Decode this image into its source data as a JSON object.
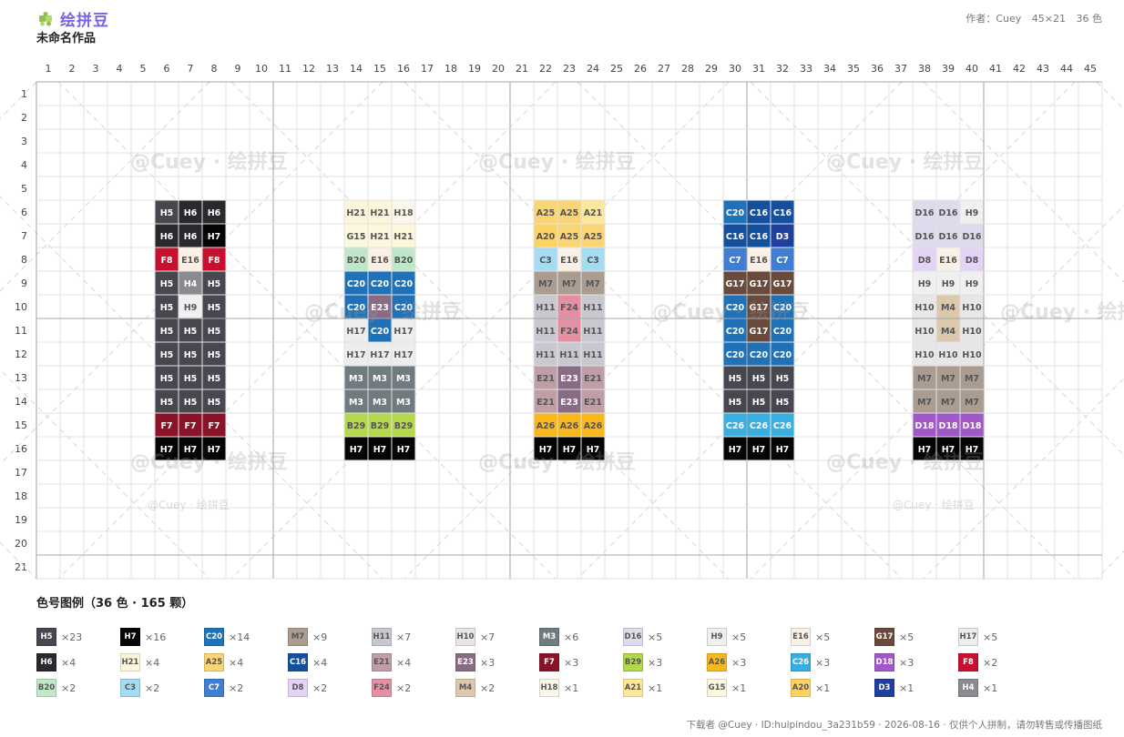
{
  "app": {
    "name": "绘拼豆",
    "logo_icon": "puzzle-icon"
  },
  "work": {
    "title": "未命名作品"
  },
  "meta": {
    "author_label": "作者：Cuey",
    "size_label": "45×21",
    "colors_label": "36 色"
  },
  "grid": {
    "cols": 45,
    "rows": 21
  },
  "palette": {
    "H5": "#474750",
    "H6": "#2a2a2e",
    "H7": "#050505",
    "H4": "#8a8a90",
    "H9": "#f0f0f0",
    "H10": "#e9e6e9",
    "H11": "#c9c8d0",
    "H17": "#ededed",
    "H18": "#fbf7ea",
    "H21": "#fcf6da",
    "F8": "#c8102e",
    "F7": "#8b1329",
    "F24": "#e58fa3",
    "E16": "#fbf0e6",
    "E21": "#bf9ea6",
    "E23": "#8a6b86",
    "G15": "#fbf8e0",
    "G17": "#6b4a3e",
    "B20": "#bfe8c8",
    "B29": "#b4d84c",
    "C20": "#1f71b8",
    "C16": "#1450a0",
    "C7": "#3f7ed3",
    "C3": "#a5dcf4",
    "C26": "#39aee0",
    "D3": "#2040a0",
    "D16": "#dedbec",
    "D8": "#e3d4f7",
    "D18": "#a058c8",
    "M3": "#6f7b7e",
    "M7": "#aa9c90",
    "M4": "#dcc9ad",
    "A25": "#fbd473",
    "A21": "#fde79b",
    "A20": "#fcd262",
    "A26": "#f9b71e"
  },
  "dark_codes": [
    "H5",
    "H6",
    "H7",
    "H4",
    "F8",
    "F7",
    "C20",
    "C16",
    "C7",
    "C26",
    "D3",
    "D18",
    "G17",
    "M3",
    "E23"
  ],
  "figures": [
    {
      "col": 6,
      "row": 6,
      "rows": [
        [
          "H5",
          "H6",
          "H6"
        ],
        [
          "H6",
          "H6",
          "H7"
        ],
        [
          "F8",
          "E16",
          "F8"
        ],
        [
          "H5",
          "H4",
          "H5"
        ],
        [
          "H5",
          "H9",
          "H5"
        ],
        [
          "H5",
          "H5",
          "H5"
        ],
        [
          "H5",
          "H5",
          "H5"
        ],
        [
          "H5",
          "H5",
          "H5"
        ],
        [
          "H5",
          "H5",
          "H5"
        ],
        [
          "F7",
          "F7",
          "F7"
        ],
        [
          "H7",
          "H7",
          "H7"
        ]
      ]
    },
    {
      "col": 14,
      "row": 6,
      "rows": [
        [
          "H21",
          "H21",
          "H18"
        ],
        [
          "G15",
          "H21",
          "H21"
        ],
        [
          "B20",
          "E16",
          "B20"
        ],
        [
          "C20",
          "C20",
          "C20"
        ],
        [
          "C20",
          "E23",
          "C20"
        ],
        [
          "H17",
          "C20",
          "H17"
        ],
        [
          "H17",
          "H17",
          "H17"
        ],
        [
          "M3",
          "M3",
          "M3"
        ],
        [
          "M3",
          "M3",
          "M3"
        ],
        [
          "B29",
          "B29",
          "B29"
        ],
        [
          "H7",
          "H7",
          "H7"
        ]
      ]
    },
    {
      "col": 22,
      "row": 6,
      "rows": [
        [
          "A25",
          "A25",
          "A21"
        ],
        [
          "A20",
          "A25",
          "A25"
        ],
        [
          "C3",
          "E16",
          "C3"
        ],
        [
          "M7",
          "M7",
          "M7"
        ],
        [
          "H11",
          "F24",
          "H11"
        ],
        [
          "H11",
          "F24",
          "H11"
        ],
        [
          "H11",
          "H11",
          "H11"
        ],
        [
          "E21",
          "E23",
          "E21"
        ],
        [
          "E21",
          "E23",
          "E21"
        ],
        [
          "A26",
          "A26",
          "A26"
        ],
        [
          "H7",
          "H7",
          "H7"
        ]
      ]
    },
    {
      "col": 30,
      "row": 6,
      "rows": [
        [
          "C20",
          "C16",
          "C16"
        ],
        [
          "C16",
          "C16",
          "D3"
        ],
        [
          "C7",
          "E16",
          "C7"
        ],
        [
          "G17",
          "G17",
          "G17"
        ],
        [
          "C20",
          "G17",
          "C20"
        ],
        [
          "C20",
          "G17",
          "C20"
        ],
        [
          "C20",
          "C20",
          "C20"
        ],
        [
          "H5",
          "H5",
          "H5"
        ],
        [
          "H5",
          "H5",
          "H5"
        ],
        [
          "C26",
          "C26",
          "C26"
        ],
        [
          "H7",
          "H7",
          "H7"
        ]
      ]
    },
    {
      "col": 38,
      "row": 6,
      "rows": [
        [
          "D16",
          "D16",
          "H9"
        ],
        [
          "D16",
          "D16",
          "D16"
        ],
        [
          "D8",
          "E16",
          "D8"
        ],
        [
          "H9",
          "H9",
          "H9"
        ],
        [
          "H10",
          "M4",
          "H10"
        ],
        [
          "H10",
          "M4",
          "H10"
        ],
        [
          "H10",
          "H10",
          "H10"
        ],
        [
          "M7",
          "M7",
          "M7"
        ],
        [
          "M7",
          "M7",
          "M7"
        ],
        [
          "D18",
          "D18",
          "D18"
        ],
        [
          "H7",
          "H7",
          "H7"
        ]
      ]
    }
  ],
  "legend": {
    "title": "色号图例（36 色 · 165 颗）",
    "items": [
      {
        "code": "H5",
        "count": "×23"
      },
      {
        "code": "H7",
        "count": "×16"
      },
      {
        "code": "C20",
        "count": "×14"
      },
      {
        "code": "M7",
        "count": "×9"
      },
      {
        "code": "H11",
        "count": "×7"
      },
      {
        "code": "H10",
        "count": "×7"
      },
      {
        "code": "M3",
        "count": "×6"
      },
      {
        "code": "D16",
        "count": "×5"
      },
      {
        "code": "H9",
        "count": "×5"
      },
      {
        "code": "E16",
        "count": "×5"
      },
      {
        "code": "G17",
        "count": "×5"
      },
      {
        "code": "H17",
        "count": "×5"
      },
      {
        "code": "H6",
        "count": "×4"
      },
      {
        "code": "H21",
        "count": "×4"
      },
      {
        "code": "A25",
        "count": "×4"
      },
      {
        "code": "C16",
        "count": "×4"
      },
      {
        "code": "E21",
        "count": "×4"
      },
      {
        "code": "E23",
        "count": "×3"
      },
      {
        "code": "F7",
        "count": "×3"
      },
      {
        "code": "B29",
        "count": "×3"
      },
      {
        "code": "A26",
        "count": "×3"
      },
      {
        "code": "C26",
        "count": "×3"
      },
      {
        "code": "D18",
        "count": "×3"
      },
      {
        "code": "F8",
        "count": "×2"
      },
      {
        "code": "B20",
        "count": "×2"
      },
      {
        "code": "C3",
        "count": "×2"
      },
      {
        "code": "C7",
        "count": "×2"
      },
      {
        "code": "D8",
        "count": "×2"
      },
      {
        "code": "F24",
        "count": "×2"
      },
      {
        "code": "M4",
        "count": "×2"
      },
      {
        "code": "H18",
        "count": "×1"
      },
      {
        "code": "A21",
        "count": "×1"
      },
      {
        "code": "G15",
        "count": "×1"
      },
      {
        "code": "A20",
        "count": "×1"
      },
      {
        "code": "D3",
        "count": "×1"
      },
      {
        "code": "H4",
        "count": "×1"
      }
    ]
  },
  "footer": {
    "text": "下载者 @Cuey · ID:huipindou_3a231b59 · 2026-08-16 · 仅供个人拼制，请勿转售或传播图纸"
  },
  "watermark": {
    "text": "@Cuey · 绘拼豆"
  }
}
